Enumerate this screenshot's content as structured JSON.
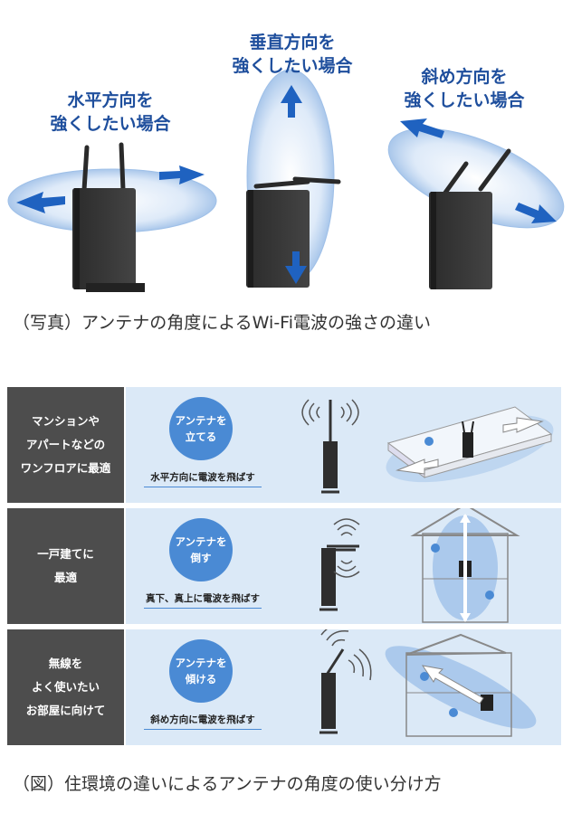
{
  "photo": {
    "labels": {
      "horizontal": "水平方向を\n強くしたい場合",
      "vertical": "垂直方向を\n強くしたい場合",
      "diagonal": "斜め方向を\n強くしたい場合"
    },
    "caption": "（写真）アンテナの角度によるWi-Fi電波の強さの違い"
  },
  "diagram": {
    "rows": [
      {
        "left": "マンションや\nアパートなどの\nワンフロアに最適",
        "bubble": "アンテナを\n立てる",
        "desc": "水平方向に電波を飛ばす"
      },
      {
        "left": "一戸建てに\n最適",
        "bubble": "アンテナを\n倒す",
        "desc": "真下、真上に電波を飛ばす"
      },
      {
        "left": "無線を\nよく使いたい\nお部屋に向けて",
        "bubble": "アンテナを\n傾ける",
        "desc": "斜め方向に電波を飛ばす"
      }
    ],
    "caption": "（図）住環境の違いによるアンテナの角度の使い分け方"
  },
  "colors": {
    "label_blue": "#1f4f9d",
    "ellipse_blue": "#bcd3ef",
    "arrow_blue": "#1f62c0",
    "row_dark": "#4d4d4d",
    "row_light": "#dbe9f7",
    "bubble_blue": "#4a8ad4"
  }
}
